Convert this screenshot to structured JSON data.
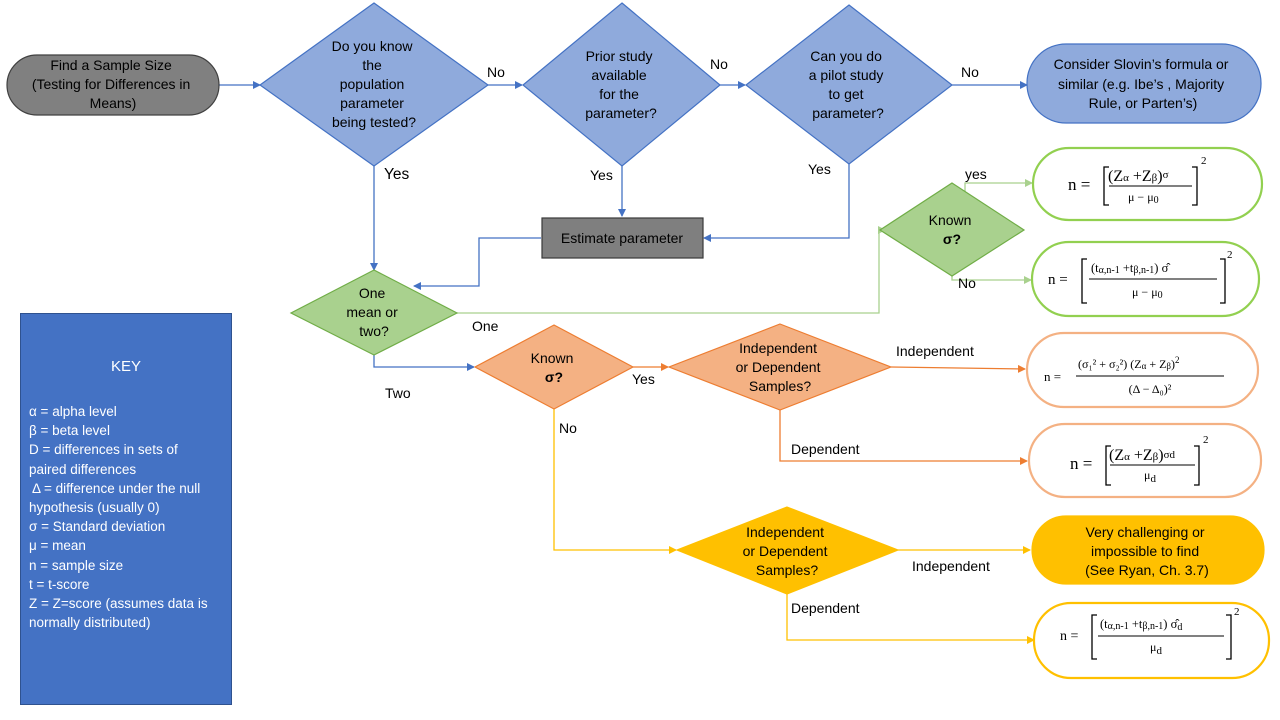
{
  "nodes": {
    "start": [
      "Find  a Sample Size",
      "(Testing for Differences in",
      "Means)"
    ],
    "q_know_param": [
      "Do you know",
      "the",
      "population",
      "parameter",
      "being tested?"
    ],
    "q_prior_study": [
      "Prior study",
      "available",
      "for the",
      "parameter?"
    ],
    "q_pilot": [
      "Can you do",
      "a pilot study",
      "to get",
      "parameter?"
    ],
    "slovin": [
      "Consider Slovin’s formula or",
      "similar (e.g. Ibe’s , Majority",
      "Rule, or Parten’s)"
    ],
    "estimate": "Estimate parameter",
    "q_one_two": [
      "One",
      "mean or",
      "two?"
    ],
    "q_known_sigma_one": [
      "Known",
      "σ?"
    ],
    "q_known_sigma_two": [
      "Known",
      "σ?"
    ],
    "q_indep_dep_1": [
      "Independent",
      "or Dependent",
      "Samples?"
    ],
    "q_indep_dep_2": [
      "Independent",
      "or Dependent",
      "Samples?"
    ],
    "challenging": [
      "Very challenging or",
      "impossible to find",
      "(See Ryan, Ch. 3.7)"
    ]
  },
  "edges": {
    "no_1": "No",
    "no_2": "No",
    "no_3": "No",
    "yes_1": "Yes",
    "yes_2": "Yes",
    "yes_3": "Yes",
    "yes_lower": "yes",
    "no_sigma_one": "No",
    "one": "One",
    "two": "Two",
    "yes_sigma_two": "Yes",
    "no_sigma_two": "No",
    "independent_1": "Independent",
    "dependent_1": "Dependent",
    "independent_2": "Independent",
    "dependent_2": "Dependent"
  },
  "formulas": {
    "n_eq": "n =",
    "mu_diff": "μ − μ",
    "zero": "0",
    "two": "2",
    "z_alpha_beta": "(Z",
    "alpha": "α",
    "beta": "β",
    "plus_z": " +Z",
    "sigma": "σ",
    "sigma_hat": "σ̂",
    "mu": "μ",
    "d": "d",
    "t_num": "(t",
    "t_alpha_sub": "α,n-1",
    "t_beta_sub": "β,n-1",
    "plus_t": " +t",
    "close_paren": ")",
    "f3_num": "(σ₁² + σ₂²) (Z",
    "f3_plus": " + Z",
    "f3_den": "(Δ − Δ₀)²"
  },
  "key": {
    "title": "KEY",
    "lines": [
      "α = alpha level",
      "β = beta level",
      "D = differences in sets of",
      "paired differences",
      "Δ = difference under the null",
      "hypothesis (usually 0)",
      "σ  = Standard deviation",
      "μ = mean",
      "n = sample size",
      "t = t-score",
      "Z = Z=score (assumes data is",
      "normally distributed)"
    ]
  },
  "colors": {
    "blue_fill": "#8FAADC",
    "blue_stroke": "#4472C4",
    "start_fill": "#808080",
    "estimate_fill": "#7F7F7F",
    "green_fill": "#A9D18E",
    "green_stroke": "#70AD47",
    "orange_fill": "#F4B183",
    "orange_stroke": "#ED7D31",
    "yellow_fill": "#FFC000",
    "key_fill": "#4472C4"
  }
}
